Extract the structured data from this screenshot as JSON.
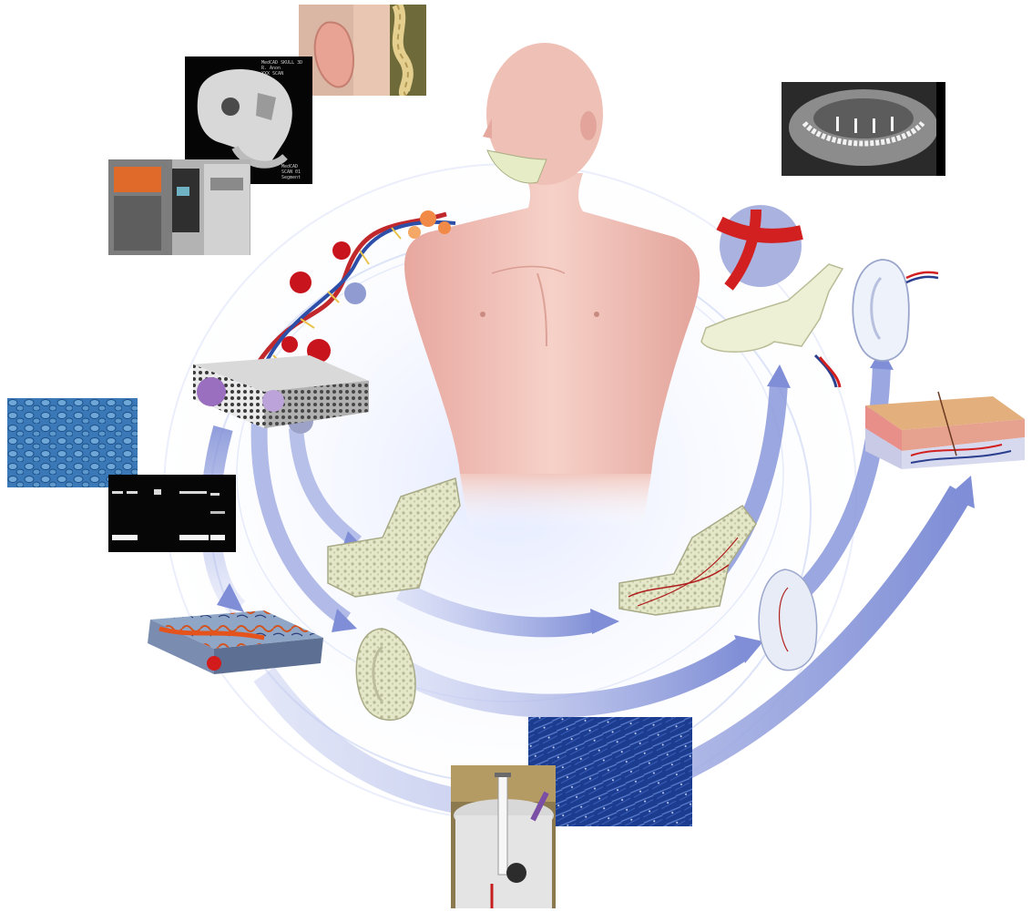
{
  "figure": {
    "type": "tissue-engineering-cycle-illustration",
    "panels": [
      {
        "id": "ct-skull-scan",
        "subject": "3D CT reconstruction of skull and jaw"
      },
      {
        "id": "child-ear-photo",
        "subject": "photo of a child's ear with braided hair"
      },
      {
        "id": "3d-printer-photo",
        "subject": "industrial 3D printer machines"
      },
      {
        "id": "panoramic-dental-xray",
        "subject": "panoramic x-ray with mandible plate and screws"
      },
      {
        "id": "cell-culture-micrograph",
        "subject": "blue stained cell culture"
      },
      {
        "id": "gel-electrophoresis",
        "subject": "DNA gel with bright bands"
      },
      {
        "id": "bioreactor-photo",
        "subject": "syringe bioreactor setup"
      },
      {
        "id": "fibroblast-micrograph",
        "subject": "dark blue stained elongated cells"
      }
    ],
    "illustrations": [
      "human torso with highlighted jaw",
      "DNA helix with cells",
      "porous scaffold block",
      "vascularized tissue block",
      "porous jaw scaffold",
      "porous ear scaffold",
      "vascularized jaw implant",
      "vascularized ear implant",
      "final jaw with blood vessel",
      "final ear",
      "skin layer section"
    ],
    "colors": {
      "skin": "#efc3ba",
      "skin_shadow": "#d9988f",
      "arrow_blue": "#8290d6",
      "scaffold": "#e4e6c8",
      "cell_culture_blue": "#2d6fb0",
      "micrograph_dark_blue": "#1d3f92",
      "vessel_red": "#d21f1f",
      "xray_gray": "#8a8a8a"
    },
    "ct_scan_text": [
      "MedCAD SKULL 3D",
      "R. Anon",
      "XXX SCAN",
      "MedCAD",
      "SCAN 01",
      "Segment"
    ]
  }
}
